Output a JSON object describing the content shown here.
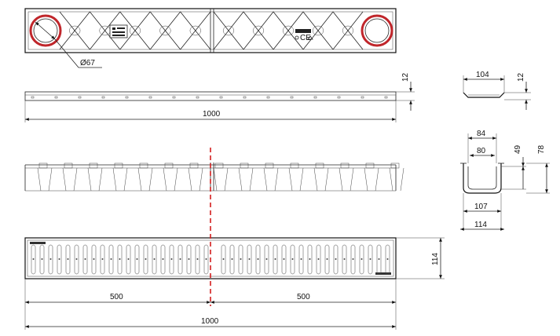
{
  "dimensions": {
    "top_hole": "Ø67",
    "side_height": "12",
    "side_length": "1000",
    "grate_width": "104",
    "grate_height": "12",
    "channel_inner_top": "84",
    "channel_inner": "80",
    "channel_depth_inner": "49",
    "channel_depth_outer": "78",
    "channel_outer_bottom": "107",
    "channel_base": "114",
    "grate_plan_width": "114",
    "half_left": "500",
    "half_right": "500",
    "total_length": "1000"
  },
  "markings": {
    "label_right": "CE"
  },
  "colors": {
    "line": "#222222",
    "cut_line": "#d41e1e",
    "hole_ring": "#c0262b"
  }
}
